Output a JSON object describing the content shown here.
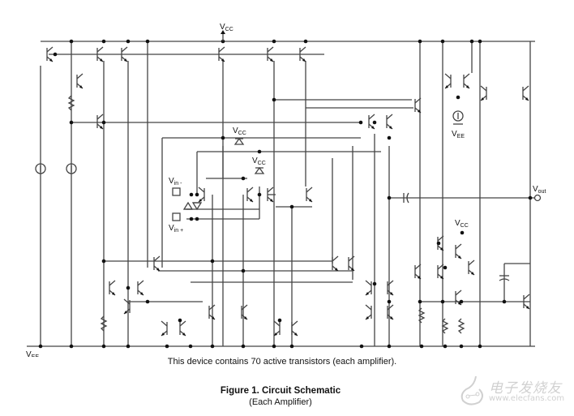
{
  "labels": {
    "vcc_top": "V",
    "vcc_top_sub": "CC",
    "vcc_diode1": "V",
    "vcc_diode1_sub": "CC",
    "vcc_diode2": "V",
    "vcc_diode2_sub": "CC",
    "vcc_right": "V",
    "vcc_right_sub": "CC",
    "vee_right": "V",
    "vee_right_sub": "EE",
    "vee_bottom": "V",
    "vee_bottom_sub": "EE",
    "vin_minus": "V",
    "vin_minus_sub": "in -",
    "vin_plus": "V",
    "vin_plus_sub": "in +",
    "vout": "V",
    "vout_sub": "out"
  },
  "caption": {
    "note": "This device contains 70 active transistors (each amplifier).",
    "figure_title": "Figure 1. Circuit Schematic",
    "figure_subtitle": "(Each Amplifier)"
  },
  "watermark": {
    "brand_cn": "电子发烧友",
    "url": "www.elecfans.com"
  },
  "colors": {
    "wire": "#444444",
    "text": "#111111",
    "watermark": "#999999"
  }
}
